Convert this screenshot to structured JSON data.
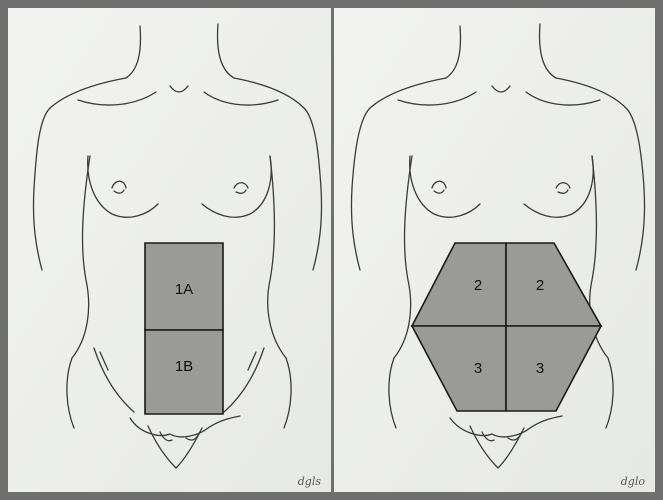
{
  "panels": [
    {
      "regions": [
        {
          "label": "1A"
        },
        {
          "label": "1B"
        }
      ],
      "signature": "dgls"
    },
    {
      "regions": [
        {
          "label": "2"
        },
        {
          "label": "2"
        },
        {
          "label": "3"
        },
        {
          "label": "3"
        }
      ],
      "signature": "dglo"
    }
  ],
  "colors": {
    "background_paper": "#eef0ec",
    "region_fill": "#9a9a98",
    "outline": "#1a1a1a",
    "frame": "#6f6f6f"
  }
}
